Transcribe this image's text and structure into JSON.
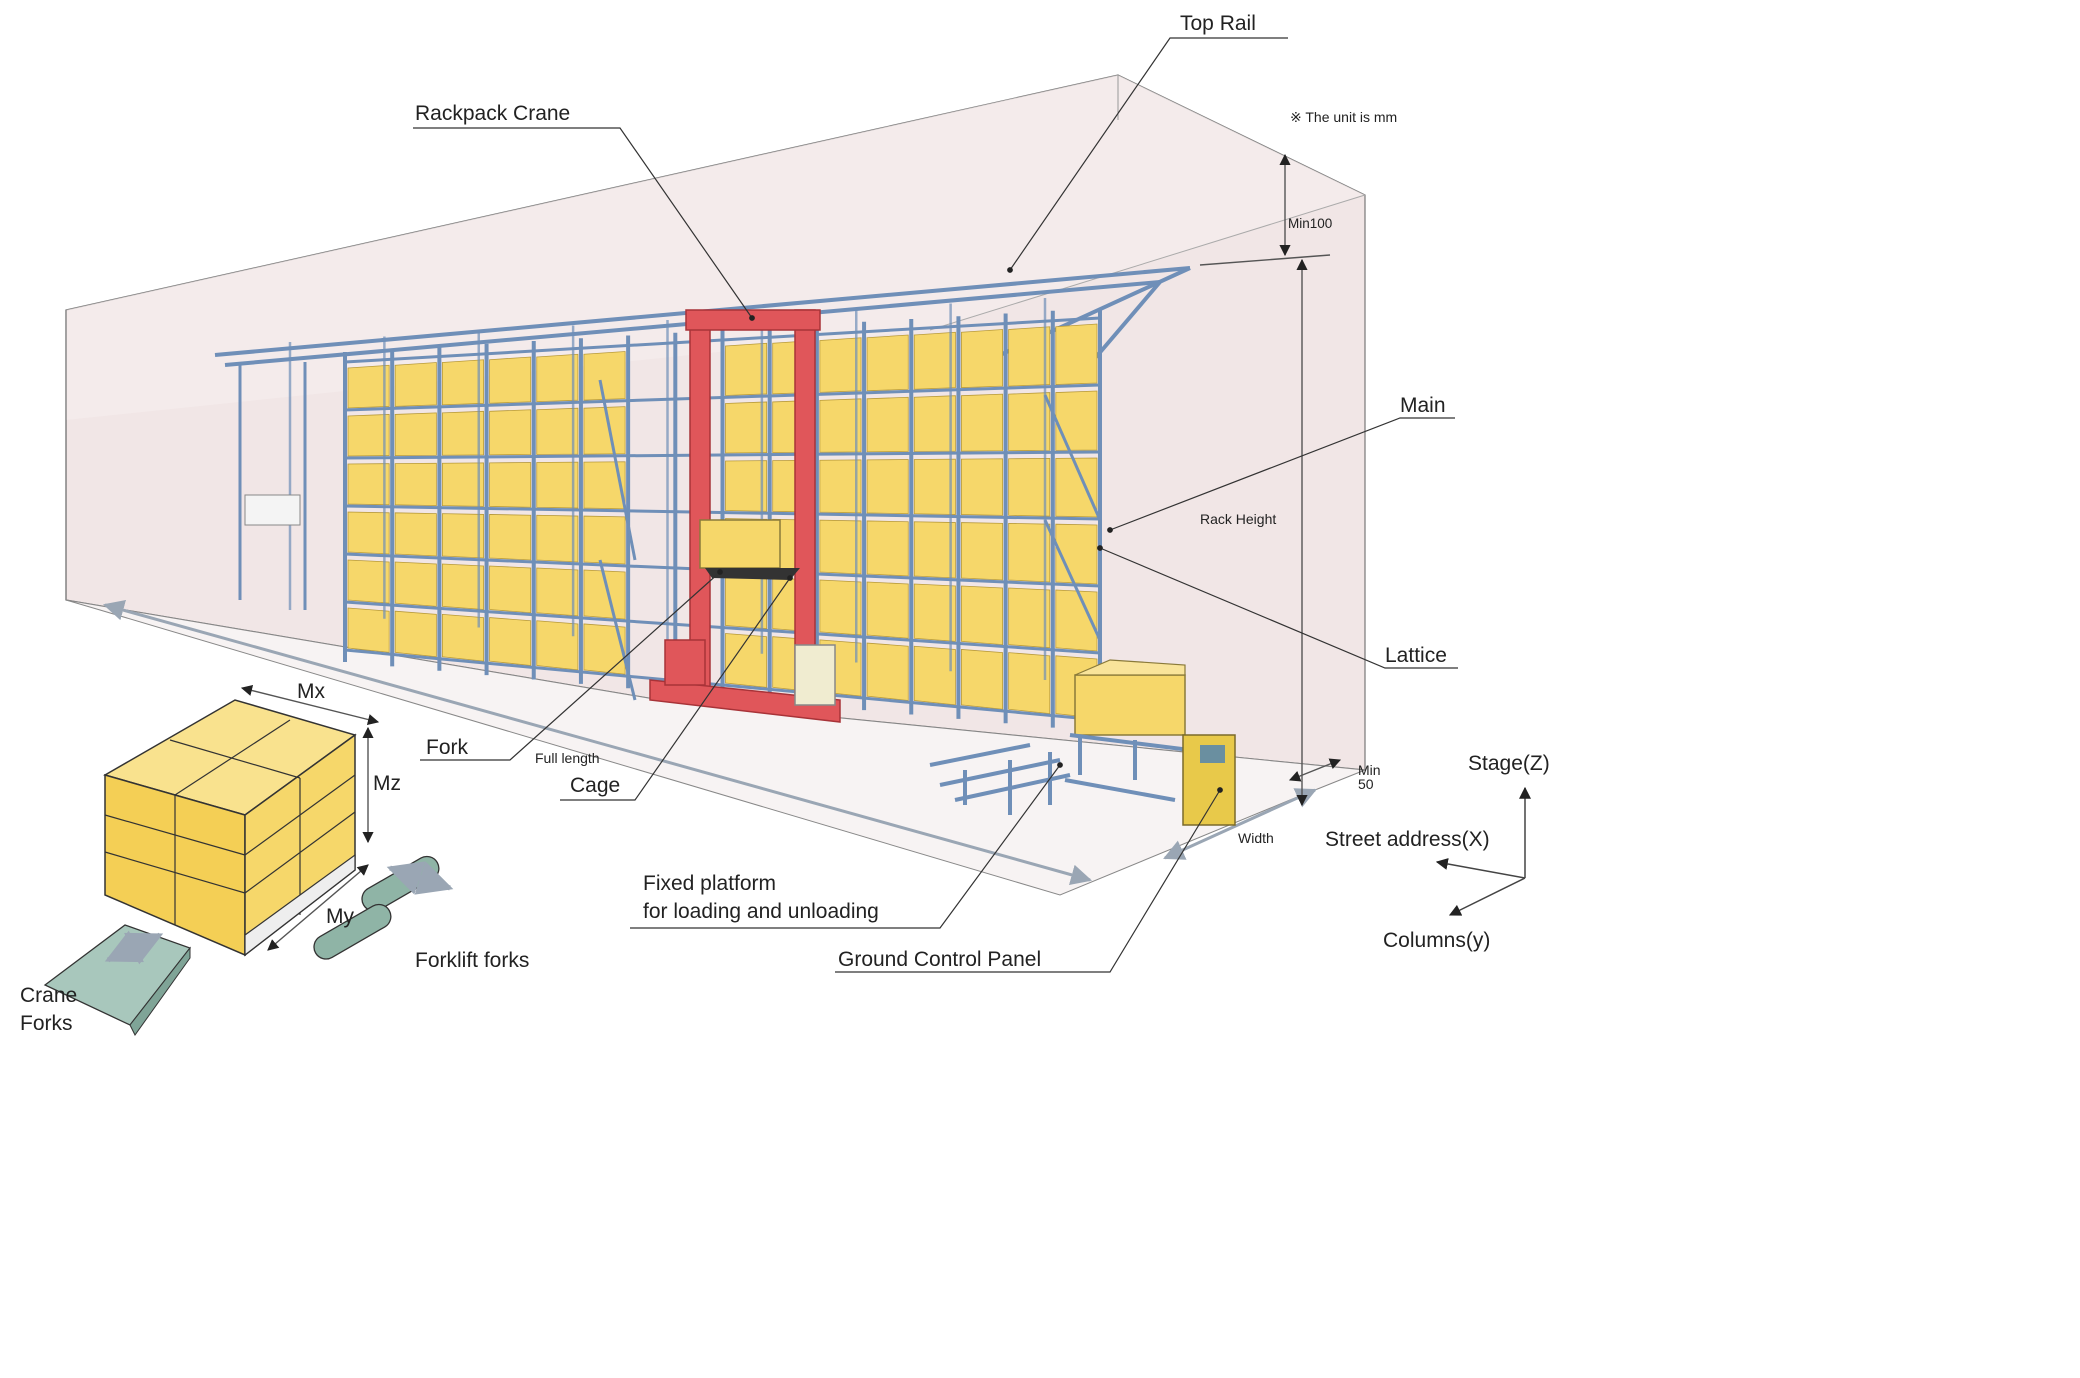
{
  "note": "※ The unit is mm",
  "components": {
    "top_rail": "Top Rail",
    "rackpack_crane": "Rackpack Crane",
    "main": "Main",
    "lattice": "Lattice",
    "fork": "Fork",
    "cage": "Cage",
    "full_length": "Full length",
    "fixed_platform_line1": "Fixed platform",
    "fixed_platform_line2": "for loading and unloading",
    "ground_control_panel": "Ground Control Panel",
    "forklift_forks": "Forklift forks",
    "crane_forks_line1": "Crane",
    "crane_forks_line2": "Forks"
  },
  "dimensions": {
    "min100": "Min100",
    "rack_height": "Rack Height",
    "min50_line1": "Min",
    "min50_line2": "50",
    "width": "Width",
    "mx": "Mx",
    "my": "My",
    "mz": "Mz"
  },
  "axes": {
    "z": "Stage(Z)",
    "x": "Street address(X)",
    "y": "Columns(y)"
  },
  "colors": {
    "rack_blue": "#6f8fb8",
    "box_yellow": "#f6d76a",
    "crane_red": "#e0565a",
    "building_pink": "#efe3e3",
    "fork_green": "#8fb4a6"
  }
}
